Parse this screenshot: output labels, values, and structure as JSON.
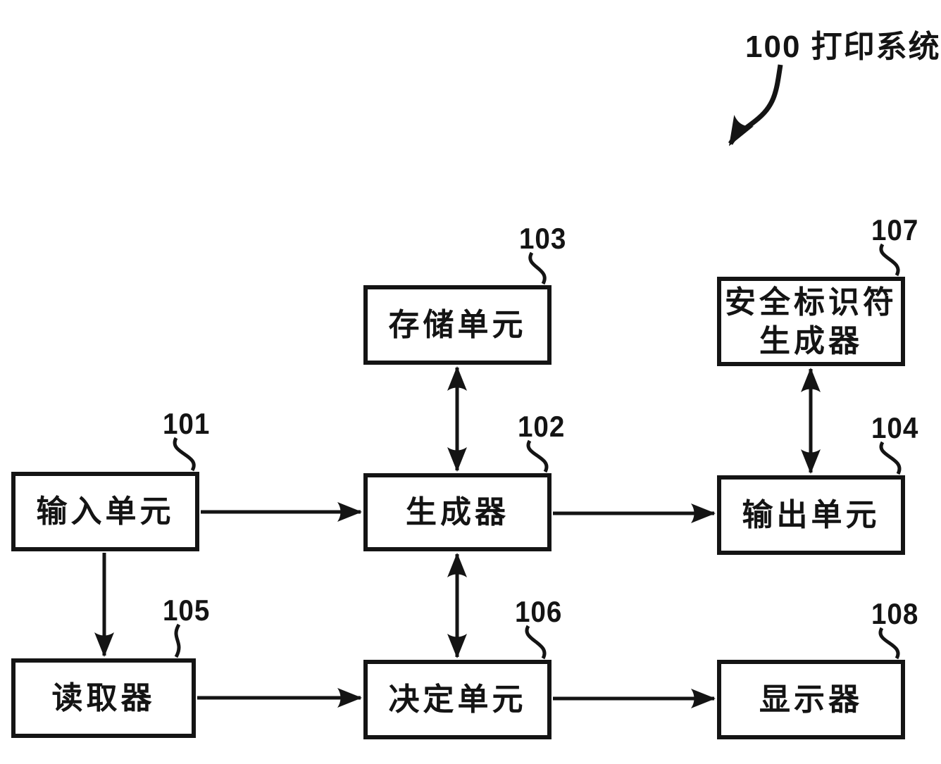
{
  "figure": {
    "title": "100 打印系统"
  },
  "boxes": [
    {
      "ref": "101",
      "label": "输入单元"
    },
    {
      "ref": "102",
      "label": "生成器"
    },
    {
      "ref": "103",
      "label": "存储单元"
    },
    {
      "ref": "104",
      "label": "输出单元"
    },
    {
      "ref": "105",
      "label": "读取器"
    },
    {
      "ref": "106",
      "label": "决定单元"
    },
    {
      "ref": "107",
      "label": "安全标识符\n生成器"
    },
    {
      "ref": "108",
      "label": "显示器"
    }
  ],
  "connections": [
    {
      "from": "101",
      "to": "102",
      "type": "arrow"
    },
    {
      "from": "102",
      "to": "104",
      "type": "arrow"
    },
    {
      "from": "101",
      "to": "105",
      "type": "arrow"
    },
    {
      "from": "105",
      "to": "106",
      "type": "arrow"
    },
    {
      "from": "106",
      "to": "108",
      "type": "arrow"
    },
    {
      "from": "103",
      "to": "102",
      "type": "double-arrow"
    },
    {
      "from": "102",
      "to": "106",
      "type": "double-arrow"
    },
    {
      "from": "107",
      "to": "104",
      "type": "double-arrow"
    }
  ],
  "colors": {
    "ink": "#141414",
    "background": "#ffffff"
  }
}
